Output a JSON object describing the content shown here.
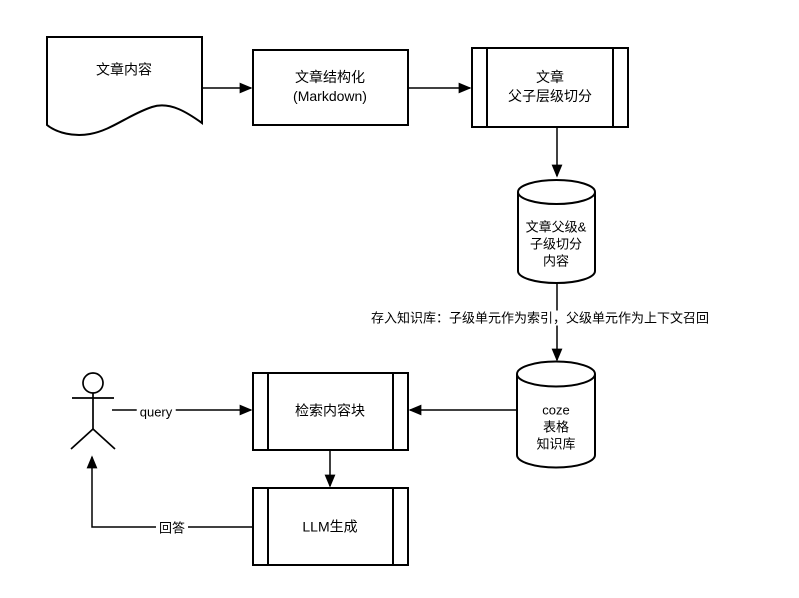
{
  "diagram": {
    "colors": {
      "background": "#ffffff",
      "stroke": "#000000",
      "text": "#000000"
    },
    "nodes": {
      "document": {
        "label": "文章内容"
      },
      "structuring": {
        "line1": "文章结构化",
        "line2": "(Markdown)"
      },
      "splitting": {
        "line1": "文章",
        "line2": "父子层级切分"
      },
      "parent_child_db": {
        "line1": "文章父级&",
        "line2": "子级切分",
        "line3": "内容"
      },
      "coze_db": {
        "line1": "coze",
        "line2": "表格",
        "line3": "知识库"
      },
      "retrieve": {
        "label": "检索内容块"
      },
      "llm": {
        "label": "LLM生成"
      }
    },
    "edge_labels": {
      "store": "存入知识库：子级单元作为索引，父级单元作为上下文召回",
      "query": "query",
      "answer": "回答"
    }
  }
}
